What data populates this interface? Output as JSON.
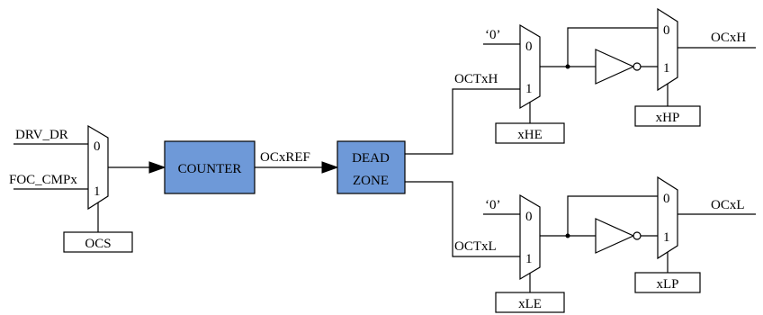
{
  "colors": {
    "block_fill": "#6e99d8",
    "line": "#000000",
    "background": "#ffffff"
  },
  "inputs": {
    "drv_dr": "DRV_DR",
    "foc_cmpx": "FOC_CMPx"
  },
  "mux_inputs": {
    "zero": "0",
    "one": "1"
  },
  "select_labels": {
    "ocs": "OCS",
    "xhe": "xHE",
    "xle": "xLE",
    "xhp": "xHP",
    "xlp": "xLP"
  },
  "blocks": {
    "counter": "COUNTER",
    "dead_zone_line1": "DEAD",
    "dead_zone_line2": "ZONE"
  },
  "signals": {
    "ocxref": "OCxREF",
    "octxh": "OCTxH",
    "octxl": "OCTxL",
    "zero_const": "‘0’",
    "ocxh": "OCxH",
    "ocxl": "OCxL"
  }
}
